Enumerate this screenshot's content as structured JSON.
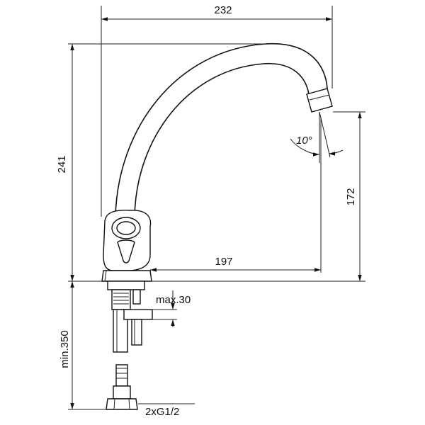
{
  "dimensions": {
    "overall_width": "232",
    "overall_height": "241",
    "spout_height": "172",
    "spout_reach": "197",
    "max_thickness": "max.30",
    "min_length": "min.350",
    "connection": "2xG1/2",
    "spout_angle": "10°"
  },
  "colors": {
    "line": "#222222",
    "background": "#ffffff"
  }
}
